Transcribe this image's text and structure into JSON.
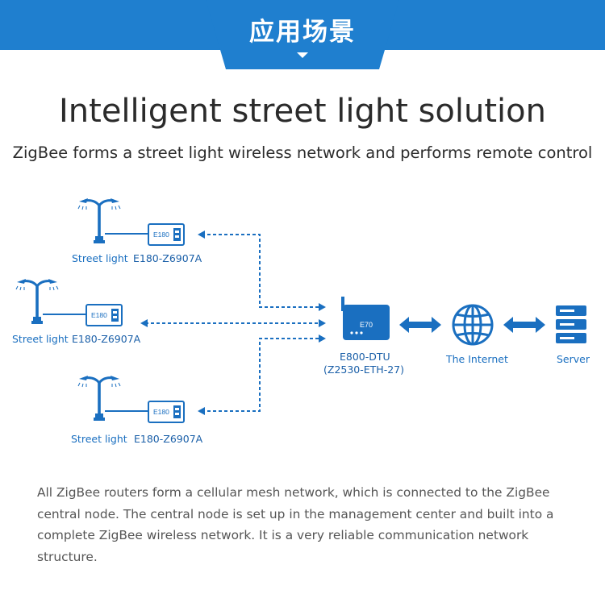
{
  "header": {
    "title": "应用场景"
  },
  "main_title": "Intelligent street light solution",
  "subtitle": "ZigBee forms a street light wireless network and performs remote control",
  "diagram": {
    "nodes": [
      {
        "street_light_label": "Street light",
        "module_label": "E180-Z6907A",
        "chip_text": "E180"
      },
      {
        "street_light_label": "Street light",
        "module_label": "E180-Z6907A",
        "chip_text": "E180"
      },
      {
        "street_light_label": "Street light",
        "module_label": "E180-Z6907A",
        "chip_text": "E180"
      }
    ],
    "gateway": {
      "chip_text": "E70",
      "label_line1": "E800-DTU",
      "label_line2": "(Z2530-ETH-27)"
    },
    "internet_label": "The Internet",
    "server_label": "Server"
  },
  "description": "All ZigBee routers form a cellular mesh network, which is connected to the ZigBee central node. The central node is set up in the management center and built into a complete ZigBee wireless network. It is a very reliable communication network structure.",
  "colors": {
    "brand_blue": "#1f7fcf",
    "diagram_blue": "#1a6fc0",
    "text_dark": "#2b2b2b",
    "text_gray": "#555555"
  }
}
